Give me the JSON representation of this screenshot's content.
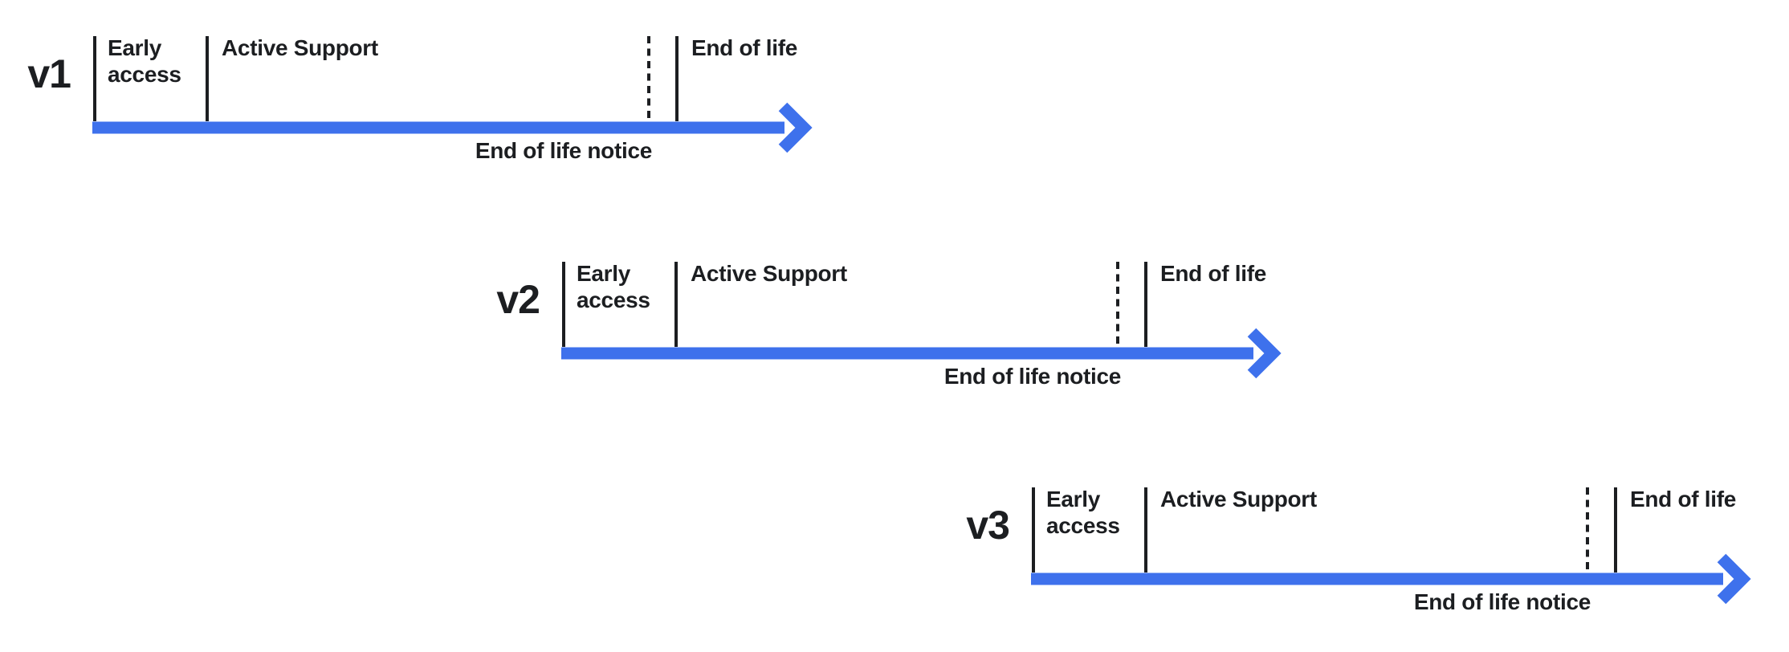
{
  "colors": {
    "arrow": "#3e71ec",
    "ink": "#1c1e21",
    "background": "#ffffff"
  },
  "rows": [
    {
      "version": "v1",
      "early_access_label": "Early access",
      "active_support_label": "Active Support",
      "end_of_life_label": "End of life",
      "eol_notice_label": "End of life notice"
    },
    {
      "version": "v2",
      "early_access_label": "Early access",
      "active_support_label": "Active Support",
      "end_of_life_label": "End of life",
      "eol_notice_label": "End of life notice"
    },
    {
      "version": "v3",
      "early_access_label": "Early access",
      "active_support_label": "Active Support",
      "end_of_life_label": "End of life",
      "eol_notice_label": "End of life notice"
    }
  ]
}
